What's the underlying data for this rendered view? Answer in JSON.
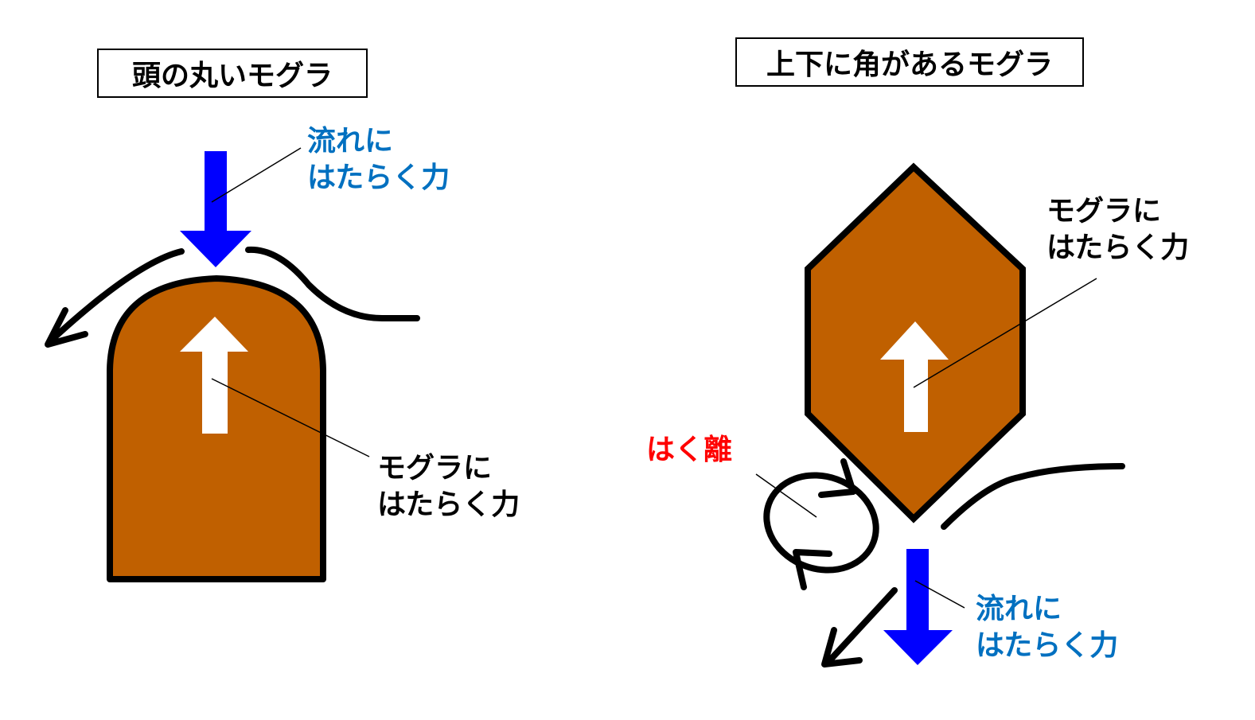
{
  "left_panel": {
    "title": "頭の丸いモグラ",
    "flow_force_label": [
      "流れに",
      "はたらく力"
    ],
    "mole_force_label": [
      "モグラに",
      "はたらく力"
    ]
  },
  "right_panel": {
    "title": "上下に角があるモグラ",
    "mole_force_label": [
      "モグラに",
      "はたらく力"
    ],
    "separation_label": "はく離",
    "flow_force_label": [
      "流れに",
      "はたらく力"
    ]
  },
  "colors": {
    "mole_body": "#c06000",
    "flow_force_arrow": "#0000ff",
    "label_blue": "#0070c0",
    "label_red": "#ff0000",
    "mole_force_arrow": "#ffffff",
    "outline": "#000000"
  }
}
